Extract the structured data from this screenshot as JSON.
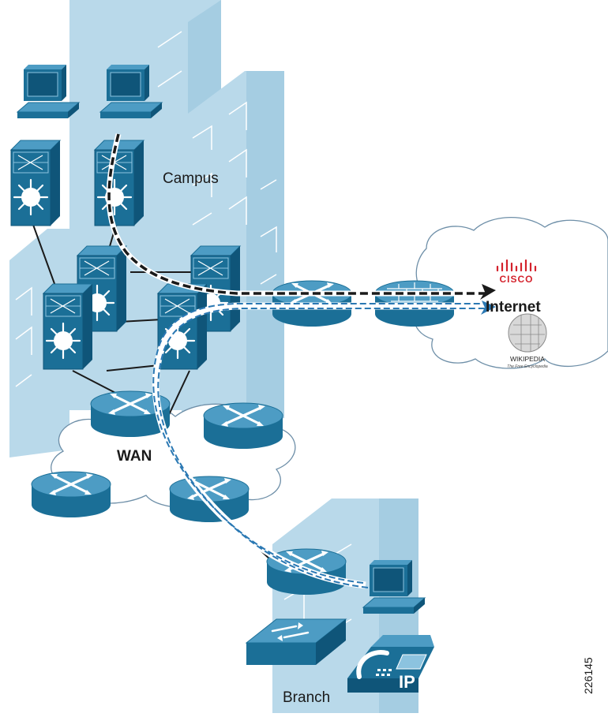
{
  "labels": {
    "campus": "Campus",
    "internet": "Internet",
    "wan": "WAN",
    "branch": "Branch",
    "figure_id": "226145"
  },
  "destinations": {
    "cisco_logo_text": "CISCO",
    "wikipedia_text": "WIKIPEDIA",
    "wikipedia_subtitle": "The Free Encyclopedia"
  },
  "ip_phone_label": "IP",
  "colors": {
    "building": "#b9d9ea",
    "building_line": "#ffffff",
    "device_top": "#4d9cc4",
    "device_front": "#1b6f97",
    "device_side": "#0f5579",
    "cloud_stroke": "#6e8fa8",
    "black_path": "#1a1a1a",
    "blue_path": "#2a78b3",
    "cisco_red": "#d4222c"
  }
}
